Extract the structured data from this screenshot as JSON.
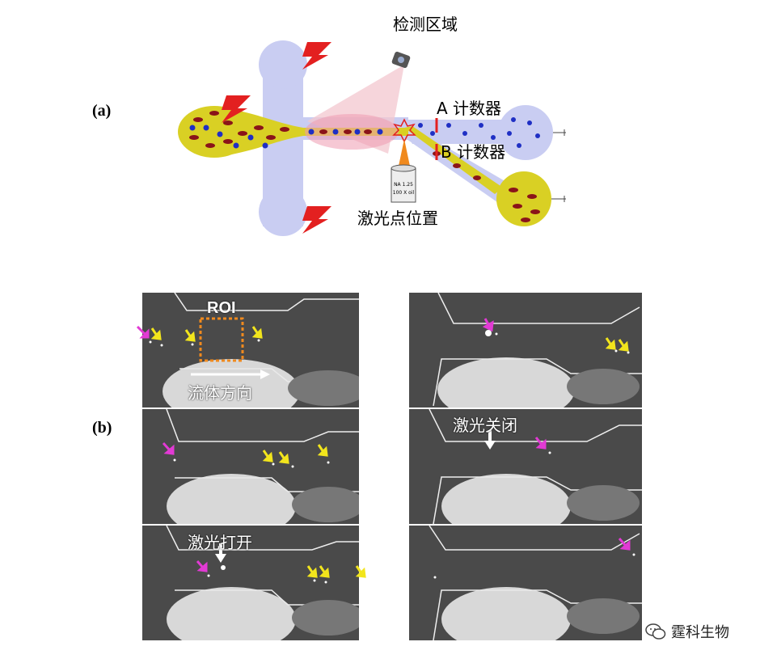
{
  "panel_a": {
    "label": "(a)",
    "detection_zone": "检测区域",
    "counter_a": "A 计数器",
    "counter_b": "B 计数器",
    "laser_position": "激光点位置",
    "objective_text_1": "NA 1.25",
    "objective_text_2": "100 X oil"
  },
  "panel_b": {
    "label": "(b)",
    "roi": "ROI",
    "flow_direction": "流体方向",
    "laser_off": "激光关闭",
    "laser_on": "激光打开"
  },
  "watermark": "霆科生物",
  "colors": {
    "chip_channel": "#c9cdf2",
    "yellow_fluid": "#d9d024",
    "red_cell": "#8a1419",
    "blue_particle": "#1f2fc4",
    "laser_orange": "#f08a1e",
    "lightning": "#e32020",
    "roi_box": "#f08a1e",
    "magenta_arrow": "#e23ad4",
    "yellow_arrow": "#f2e51c"
  }
}
